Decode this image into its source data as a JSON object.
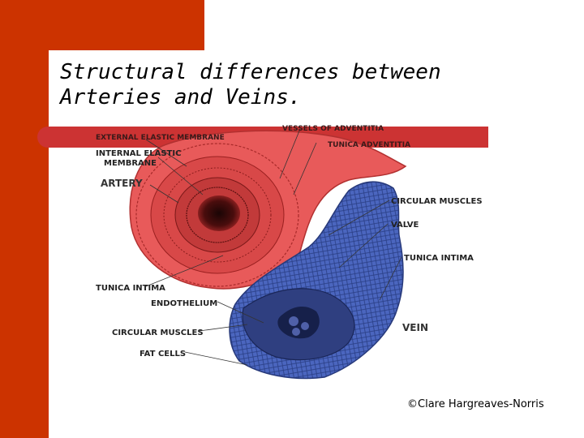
{
  "slide": {
    "title_line1": "Structural differences between",
    "title_line2": "Arteries and Veins.",
    "credit": "©Clare Hargreaves-Norris"
  },
  "diagram": {
    "labels": {
      "external_elastic_membrane": "EXTERNAL ELASTIC MEMBRANE",
      "vessels_of_adventitia": "VESSELS OF ADVENTITIA",
      "tunica_adventitia": "TUNICA ADVENTITIA",
      "internal_elastic_membrane_1": "INTERNAL ELASTIC",
      "internal_elastic_membrane_2": "MEMBRANE",
      "artery": "ARTERY",
      "circular_muscles_right": "CIRCULAR MUSCLES",
      "valve": "VALVE",
      "tunica_intima_right": "TUNICA INTIMA",
      "tunica_intima_left": "TUNICA INTIMA",
      "endothelium": "ENDOTHELIUM",
      "circular_muscles_left": "CIRCULAR MUSCLES",
      "vein": "VEIN",
      "fat_cells": "FAT CELLS"
    }
  },
  "colors": {
    "accent_bar": "#cc3300",
    "divider": "#cc3333",
    "artery": "#e85a5a",
    "vein": "#5470c8"
  }
}
